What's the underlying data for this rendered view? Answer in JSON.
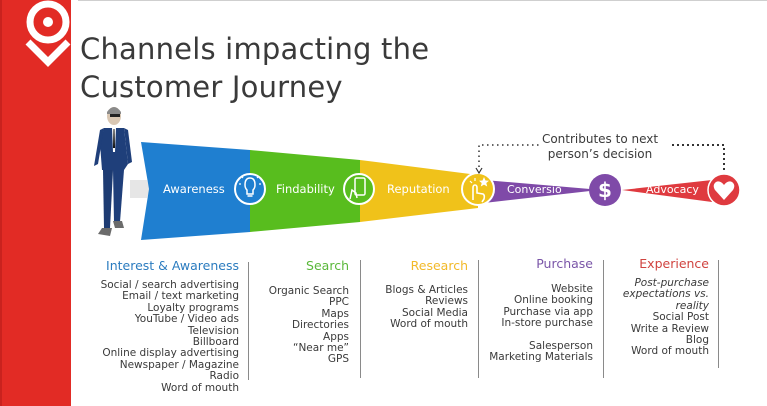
{
  "header": {
    "title_line1": "Channels impacting the",
    "title_line2": "Customer Journey",
    "brand_color": "#e22b25",
    "logo_icon": "location-pin-icon"
  },
  "funnel": {
    "person_icon": "businessman-illustration",
    "stages": [
      {
        "label": "Awareness",
        "icon": "lightbulb-icon",
        "color": "#1f7fd0"
      },
      {
        "label": "Findability",
        "icon": "smartphone-touch-icon",
        "color": "#58bd1e"
      },
      {
        "label": "Reputation",
        "icon": "star-tap-icon",
        "color": "#f0c21a"
      },
      {
        "label": "Conversio",
        "icon": "dollar-icon",
        "color": "#7f4aa8"
      },
      {
        "label": "Advocacy",
        "icon": "heart-icon",
        "color": "#df3a3f"
      }
    ],
    "feedback_note": {
      "line1": "Contributes to next",
      "line2": "person’s decision"
    }
  },
  "columns": [
    {
      "heading": "Interest & Awareness",
      "color": "#2a7bbf",
      "items": [
        {
          "text": "Social / search advertising"
        },
        {
          "text": "Email / text marketing"
        },
        {
          "text": "Loyalty programs"
        },
        {
          "text": "YouTube / Video ads"
        },
        {
          "text": "Television"
        },
        {
          "text": "Billboard"
        },
        {
          "text": "Online display advertising"
        },
        {
          "text": "Newspaper / Magazine"
        },
        {
          "text": "Radio"
        },
        {
          "text": "Word of mouth"
        }
      ]
    },
    {
      "heading": "Search",
      "color": "#5ab83a",
      "items": [
        {
          "text": "Organic Search"
        },
        {
          "text": "PPC"
        },
        {
          "text": "Maps"
        },
        {
          "text": "Directories"
        },
        {
          "text": "Apps"
        },
        {
          "text": "“Near me”"
        },
        {
          "text": "GPS"
        }
      ]
    },
    {
      "heading": "Research",
      "color": "#f2b928",
      "items": [
        {
          "text": "Blogs & Articles"
        },
        {
          "text": "Reviews"
        },
        {
          "text": "Social Media"
        },
        {
          "text": "Word of mouth"
        }
      ]
    },
    {
      "heading": "Purchase",
      "color": "#7a55a8",
      "items": [
        {
          "text": "Website"
        },
        {
          "text": "Online booking"
        },
        {
          "text": "Purchase via app"
        },
        {
          "text": "In-store purchase"
        },
        {
          "text": ""
        },
        {
          "text": "Salesperson"
        },
        {
          "text": "Marketing Materials"
        }
      ]
    },
    {
      "heading": "Experience",
      "color": "#d0433f",
      "items": [
        {
          "text": "Post-purchase",
          "italic": true
        },
        {
          "text": "expectations vs.",
          "italic": true
        },
        {
          "text": "reality",
          "italic": true
        },
        {
          "text": "Social Post"
        },
        {
          "text": "Write a Review"
        },
        {
          "text": "Blog"
        },
        {
          "text": "Word of mouth"
        }
      ]
    }
  ]
}
